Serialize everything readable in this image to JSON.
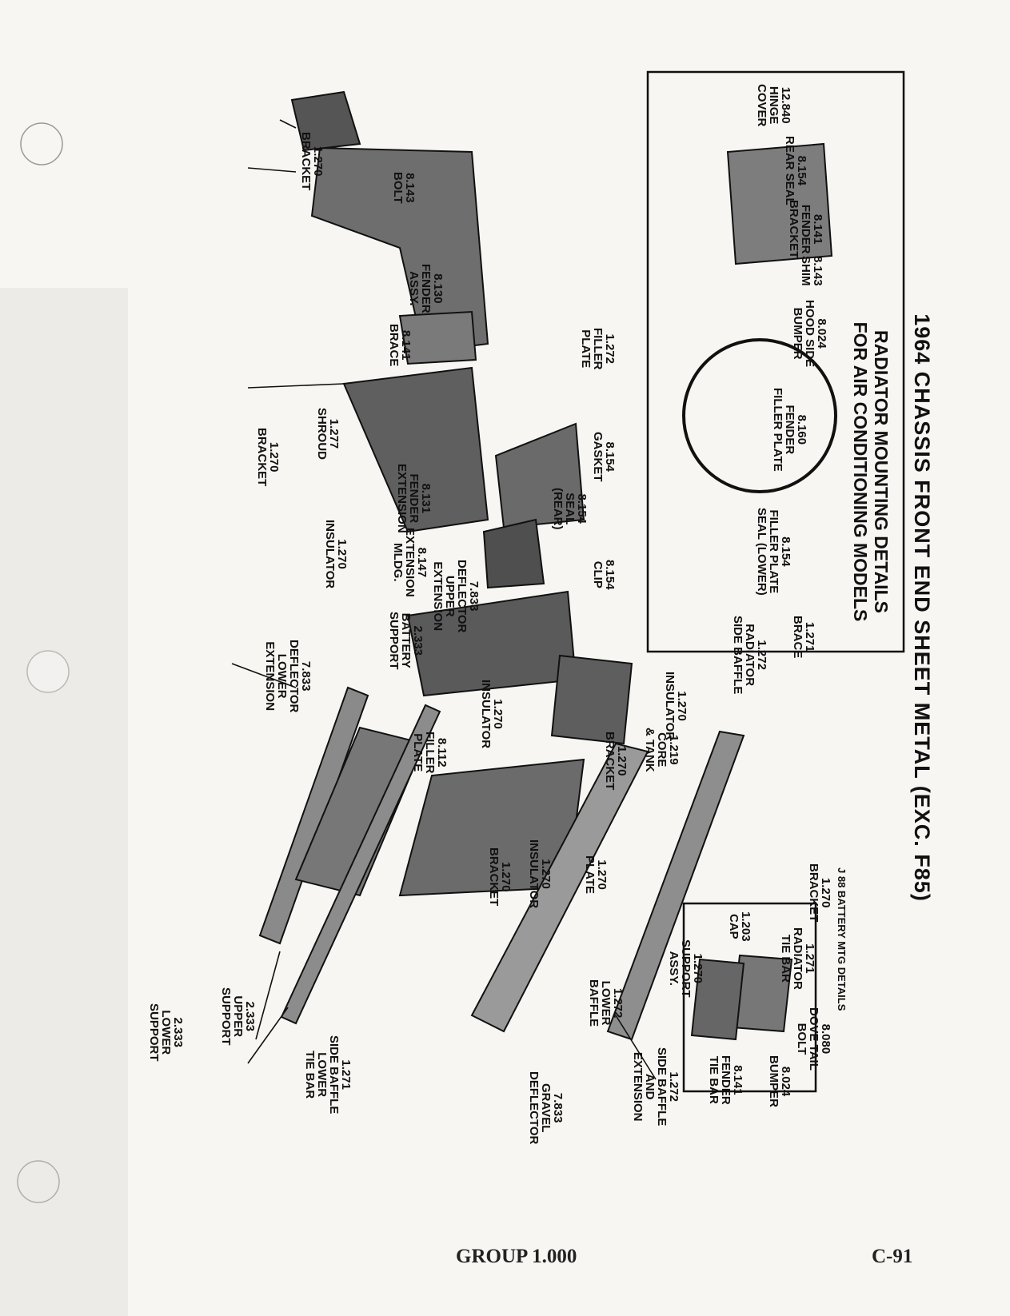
{
  "title": "1964 CHASSIS FRONT END SHEET METAL (EXC. F85)",
  "inset_ac": {
    "title_line1": "RADIATOR MOUNTING DETAILS",
    "title_line2": "FOR AIR CONDITIONING MODELS"
  },
  "inset_battery": {
    "title": "J 88 BATTERY MTG DETAILS"
  },
  "footer": {
    "group": "GROUP 1.000",
    "page": "C-91"
  },
  "labels": [
    {
      "id": "hinge-cover",
      "lines": [
        "12.840",
        "HINGE",
        "COVER"
      ]
    },
    {
      "id": "rear-seal",
      "lines": [
        "8.154",
        "REAR SEAL"
      ]
    },
    {
      "id": "fender-bracket",
      "lines": [
        "8.141",
        "FENDER",
        "BRACKET"
      ]
    },
    {
      "id": "shim",
      "lines": [
        "8.143",
        "SHIM"
      ]
    },
    {
      "id": "hood-side-bumper",
      "lines": [
        "8.024",
        "HOOD SIDE",
        "BUMPER"
      ]
    },
    {
      "id": "bolt-8143",
      "lines": [
        "8.143",
        "BOLT"
      ]
    },
    {
      "id": "fender-assy",
      "lines": [
        "8.130",
        "FENDER",
        "ASSY."
      ]
    },
    {
      "id": "filler-plate-1272",
      "lines": [
        "1.272",
        "FILLER",
        "PLATE"
      ]
    },
    {
      "id": "brace-8141",
      "lines": [
        "8.141",
        "BRACE"
      ]
    },
    {
      "id": "fender-filler-plate",
      "lines": [
        "8.160",
        "FENDER",
        "FILLER PLATE"
      ]
    },
    {
      "id": "gasket",
      "lines": [
        "8.154",
        "GASKET"
      ]
    },
    {
      "id": "fender-extension",
      "lines": [
        "8.131",
        "FENDER",
        "EXTENSION"
      ]
    },
    {
      "id": "seal-rear",
      "lines": [
        "8.154",
        "SEAL",
        "(REAR)"
      ]
    },
    {
      "id": "filler-plate-seal-lower",
      "lines": [
        "8.154",
        "FILLER PLATE",
        "SEAL (LOWER)"
      ]
    },
    {
      "id": "clip",
      "lines": [
        "8.154",
        "CLIP"
      ]
    },
    {
      "id": "deflector-upper-extension",
      "lines": [
        "7.833",
        "DEFLECTOR",
        "UPPER",
        "EXTENSION"
      ]
    },
    {
      "id": "extension-mldg",
      "lines": [
        "8.147",
        "EXTENSION",
        "MLDG."
      ]
    },
    {
      "id": "brace-1271",
      "lines": [
        "1.271",
        "BRACE"
      ]
    },
    {
      "id": "radiator-side-baffle",
      "lines": [
        "1.272",
        "RADIATOR",
        "SIDE BAFFLE"
      ]
    },
    {
      "id": "battery-support",
      "lines": [
        "2.333",
        "BATTERY",
        "SUPPORT"
      ]
    },
    {
      "id": "deflector-lower-extension",
      "lines": [
        "7.833",
        "DEFLECTOR",
        "LOWER",
        "EXTENSION"
      ]
    },
    {
      "id": "insulator-upper",
      "lines": [
        "1.270",
        "INSULATOR"
      ]
    },
    {
      "id": "insulator-mid",
      "lines": [
        "1.270",
        "INSULATOR"
      ]
    },
    {
      "id": "core-tank",
      "lines": [
        "1.219",
        "CORE",
        "& TANK"
      ]
    },
    {
      "id": "bracket-mid",
      "lines": [
        "1.270",
        "BRACKET"
      ]
    },
    {
      "id": "filler-plate-8112",
      "lines": [
        "8.112",
        "FILLER",
        "PLATE"
      ]
    },
    {
      "id": "bracket-left",
      "lines": [
        "1.270",
        "BRACKET"
      ]
    },
    {
      "id": "insulator-low",
      "lines": [
        "1.270",
        "INSULATOR"
      ]
    },
    {
      "id": "plate",
      "lines": [
        "1.270",
        "PLATE"
      ]
    },
    {
      "id": "bracket-low",
      "lines": [
        "1.270",
        "BRACKET"
      ]
    },
    {
      "id": "radiator-tie-bar",
      "lines": [
        "1.271",
        "RADIATOR",
        "TIE BAR"
      ]
    },
    {
      "id": "cap",
      "lines": [
        "1.203",
        "CAP"
      ]
    },
    {
      "id": "support-assy",
      "lines": [
        "1.270",
        "SUPPORT",
        "ASSY."
      ]
    },
    {
      "id": "dove-tail-bolt",
      "lines": [
        "8.080",
        "DOVE TAIL",
        "BOLT"
      ]
    },
    {
      "id": "bumper",
      "lines": [
        "8.024",
        "BUMPER"
      ]
    },
    {
      "id": "fender-tie-bar",
      "lines": [
        "8.141",
        "FENDER",
        "TIE BAR"
      ]
    },
    {
      "id": "side-baffle-extension",
      "lines": [
        "1.272",
        "SIDE BAFFLE",
        "AND",
        "EXTENSION"
      ]
    },
    {
      "id": "lower-baffle",
      "lines": [
        "1.272",
        "LOWER",
        "BAFFLE"
      ]
    },
    {
      "id": "gravel-deflector",
      "lines": [
        "7.833",
        "GRAVEL",
        "DEFLECTOR"
      ]
    },
    {
      "id": "side-baffle-lower-tie-bar",
      "lines": [
        "1.271",
        "SIDE BAFFLE",
        "LOWER",
        "TIE BAR"
      ]
    },
    {
      "id": "upper-support",
      "lines": [
        "2.333",
        "UPPER",
        "SUPPORT"
      ]
    },
    {
      "id": "lower-support",
      "lines": [
        "2.333",
        "LOWER",
        "SUPPORT"
      ]
    },
    {
      "id": "ac-bracket-right",
      "lines": [
        "1.270",
        "BRACKET"
      ]
    },
    {
      "id": "ac-shroud",
      "lines": [
        "1.277",
        "SHROUD"
      ]
    },
    {
      "id": "ac-bracket-center",
      "lines": [
        "1.270",
        "BRACKET"
      ]
    },
    {
      "id": "ac-insulator",
      "lines": [
        "1.270",
        "INSULATOR"
      ]
    }
  ]
}
